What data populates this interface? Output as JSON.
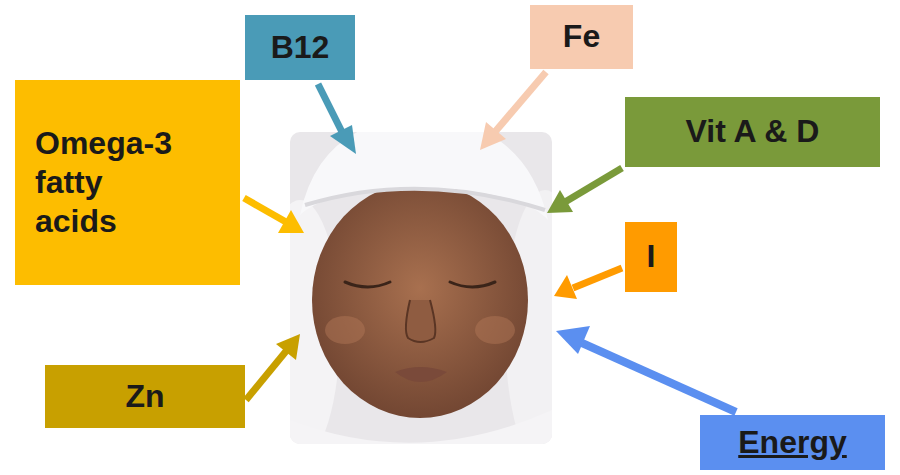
{
  "diagram": {
    "nodes": [
      {
        "text": [
          "B12"
        ]
      },
      {
        "text": [
          "Fe"
        ]
      },
      {
        "text": [
          "Omega-3 fatty acids"
        ]
      },
      {
        "text": [
          "Vit A & D"
        ]
      },
      {
        "text": [
          "I"
        ]
      },
      {
        "text": [
          "Zn"
        ]
      },
      {
        "text": [
          "Energy"
        ]
      }
    ]
  }
}
